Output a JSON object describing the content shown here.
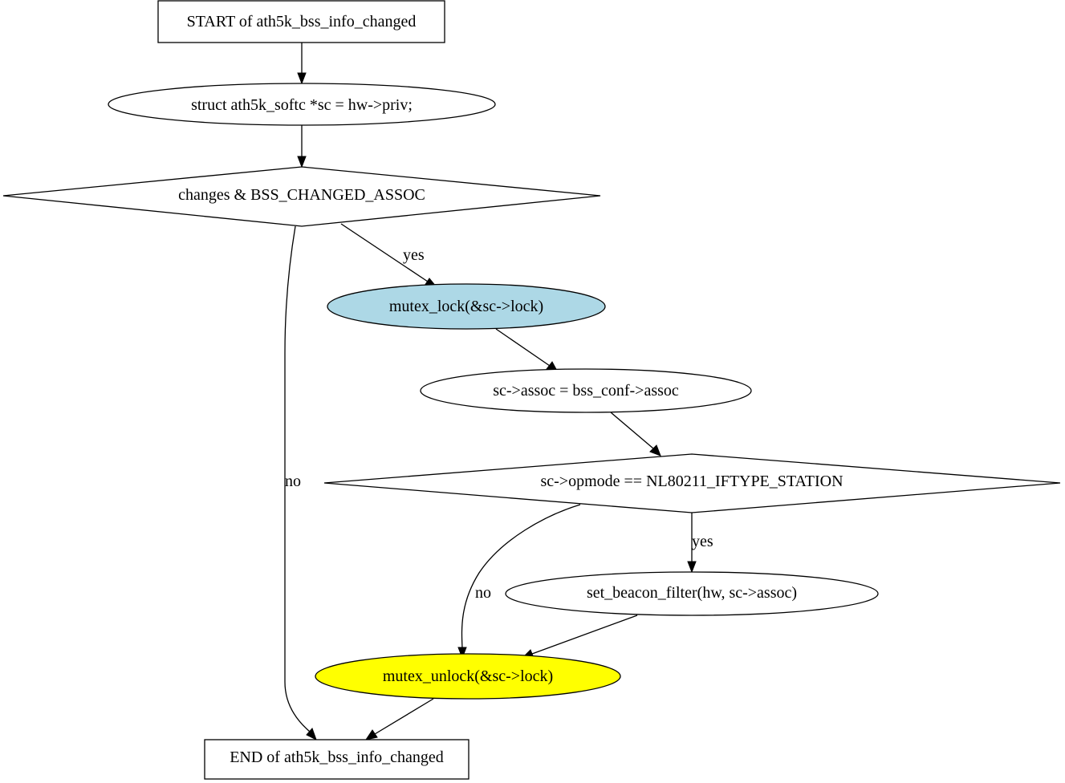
{
  "diagram": {
    "nodes": {
      "start": {
        "label": "START of ath5k_bss_info_changed",
        "shape": "box",
        "fill": "#ffffff"
      },
      "struct_decl": {
        "label": "struct ath5k_softc *sc = hw->priv;",
        "shape": "ellipse",
        "fill": "#ffffff"
      },
      "cond_assoc": {
        "label": "changes & BSS_CHANGED_ASSOC",
        "shape": "diamond",
        "fill": "#ffffff"
      },
      "mutex_lock": {
        "label": "mutex_lock(&sc->lock)",
        "shape": "ellipse",
        "fill": "#add8e6"
      },
      "assign_assoc": {
        "label": "sc->assoc = bss_conf->assoc",
        "shape": "ellipse",
        "fill": "#ffffff"
      },
      "cond_opmode": {
        "label": "sc->opmode == NL80211_IFTYPE_STATION",
        "shape": "diamond",
        "fill": "#ffffff"
      },
      "set_beacon": {
        "label": "set_beacon_filter(hw, sc->assoc)",
        "shape": "ellipse",
        "fill": "#ffffff"
      },
      "mutex_unlock": {
        "label": "mutex_unlock(&sc->lock)",
        "shape": "ellipse",
        "fill": "#ffff00"
      },
      "end": {
        "label": "END of ath5k_bss_info_changed",
        "shape": "box",
        "fill": "#ffffff"
      }
    },
    "edges": [
      {
        "from": "start",
        "to": "struct_decl",
        "label": ""
      },
      {
        "from": "struct_decl",
        "to": "cond_assoc",
        "label": ""
      },
      {
        "from": "cond_assoc",
        "to": "mutex_lock",
        "label": "yes"
      },
      {
        "from": "cond_assoc",
        "to": "end",
        "label": "no"
      },
      {
        "from": "mutex_lock",
        "to": "assign_assoc",
        "label": ""
      },
      {
        "from": "assign_assoc",
        "to": "cond_opmode",
        "label": ""
      },
      {
        "from": "cond_opmode",
        "to": "set_beacon",
        "label": "yes"
      },
      {
        "from": "cond_opmode",
        "to": "mutex_unlock",
        "label": "no"
      },
      {
        "from": "set_beacon",
        "to": "mutex_unlock",
        "label": ""
      },
      {
        "from": "mutex_unlock",
        "to": "end",
        "label": ""
      }
    ]
  }
}
